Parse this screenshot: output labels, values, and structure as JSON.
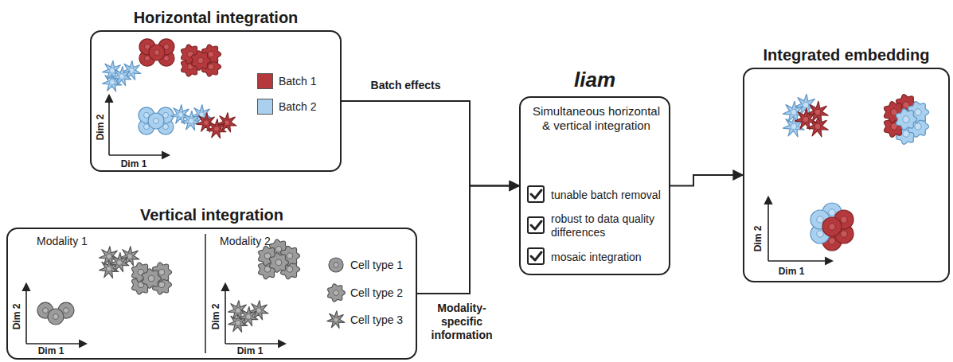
{
  "diagram": {
    "nodes": [
      {
        "text": [
          "Horizontal integration"
        ]
      },
      {
        "text": [
          "Vertical integration"
        ]
      },
      {
        "text": [
          "liam",
          "Simultaneous horizontal & vertical integration",
          "tunable batch removal",
          "robust to data quality differences",
          "mosaic integration"
        ]
      },
      {
        "text": [
          "Integrated embedding"
        ]
      }
    ],
    "edges": [
      {
        "from": 0,
        "to": 2,
        "arrow": "to",
        "label": "Batch effects"
      },
      {
        "from": 1,
        "to": 2,
        "arrow": "to",
        "label": "Modality-specific information"
      },
      {
        "from": 2,
        "to": 3,
        "arrow": "to"
      }
    ],
    "labels": [
      "Dim 2",
      "Dim 1",
      "Modality 1",
      "Dim 2",
      "Dim 1",
      "Modality 2",
      "Dim 2",
      "Dim 1",
      "Dim 2",
      "Dim 1"
    ],
    "legend": [
      {
        "text": "Batch 1",
        "color": "#b5393c"
      },
      {
        "text": "Batch 2",
        "color": "#a9d0ef"
      },
      {
        "text": "Cell type 1"
      },
      {
        "text": "Cell type 2"
      },
      {
        "text": "Cell type 3"
      }
    ]
  }
}
